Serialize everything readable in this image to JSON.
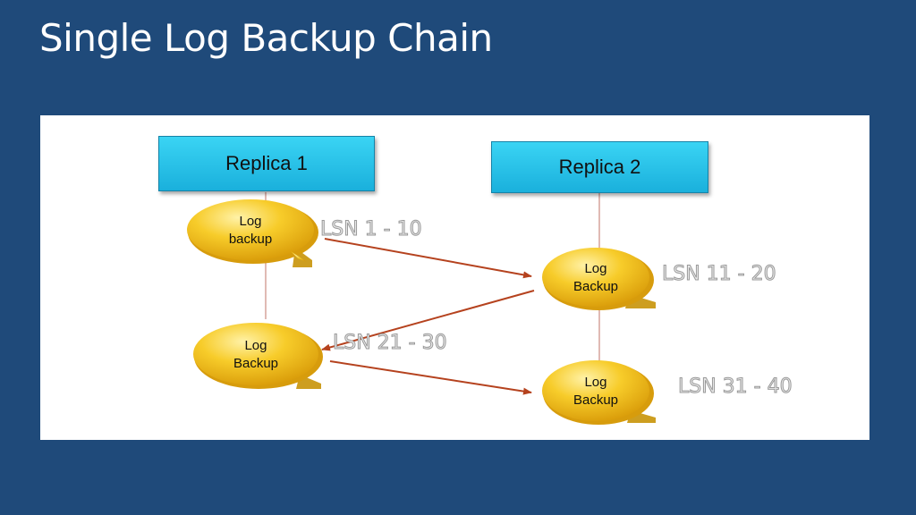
{
  "title": "Single Log Backup Chain",
  "replicas": [
    {
      "label": "Replica 1"
    },
    {
      "label": "Replica 2"
    }
  ],
  "backups": [
    {
      "label": "Log\nbackup",
      "lsn": "LSN 1 - 10",
      "replica": "Replica 1"
    },
    {
      "label": "Log\nBackup",
      "lsn": "LSN 11 - 20",
      "replica": "Replica 2"
    },
    {
      "label": "Log\nBackup",
      "lsn": "LSN 21 - 30",
      "replica": "Replica 1"
    },
    {
      "label": "Log\nBackup",
      "lsn": "LSN 31 - 40",
      "replica": "Replica 2"
    }
  ],
  "colors": {
    "background": "#1f4a7a",
    "replica_fill": "#2ec6ee",
    "bubble_fill": "#f5c518",
    "arrow": "#b5421e",
    "connector": "#c0766a"
  }
}
